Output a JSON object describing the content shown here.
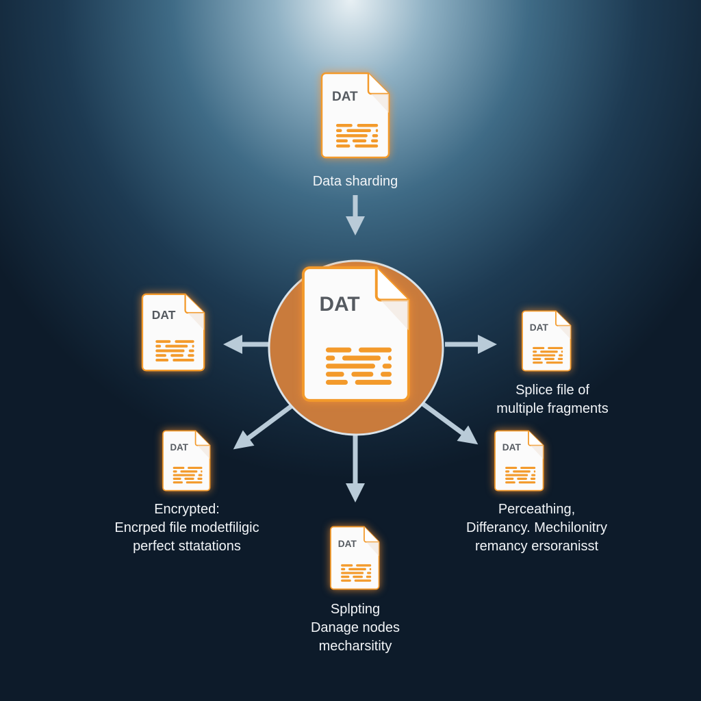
{
  "colors": {
    "accent": "#f39a2b",
    "hub": "#c97b3c",
    "arrow": "#b9cbd8",
    "file_text": "#555a60"
  },
  "icon_text": "DAT",
  "nodes": {
    "source": {
      "label": "Data sharding"
    },
    "left": {
      "label": ""
    },
    "right": {
      "label_lines": [
        "Splice file of",
        "multiple fragments"
      ]
    },
    "lower_left": {
      "label_lines": [
        "Encrypted:",
        "Encrped file modetfiligic",
        "perfect sttatations"
      ]
    },
    "lower_right": {
      "label_lines": [
        "Perceathing,",
        "Differancy. Mechilonitry",
        "remancy ersoranisst"
      ]
    },
    "bottom": {
      "label_lines": [
        "Splpting",
        "Danage nodes",
        "mecharsitity"
      ]
    }
  }
}
